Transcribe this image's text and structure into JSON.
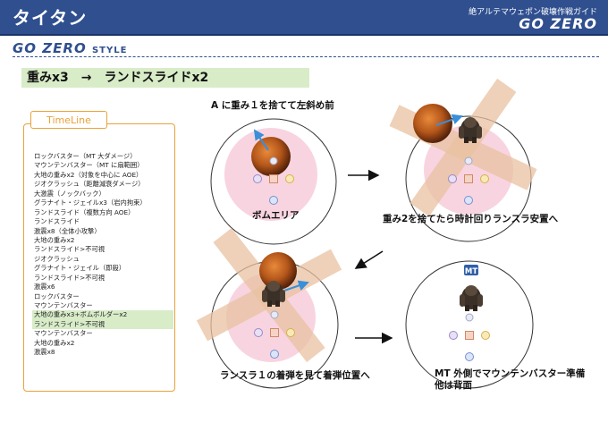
{
  "header": {
    "title": "タイタン",
    "guide_subtitle": "絶アルテマウェポン破壊作戦ガイド",
    "guide_brand": "GO ZERO"
  },
  "brand_style": {
    "main": "GO ZERO",
    "suffix": "STYLE"
  },
  "combo_title": "重みx3　→　ランドスライドx2",
  "timeline": {
    "label": "TimeLine",
    "items": [
      {
        "text": "ロックバスター（MT 大ダメージ）",
        "highlight": false
      },
      {
        "text": "マウンテンバスター（MT に扇範囲）",
        "highlight": false
      },
      {
        "text": "大地の重みx2（対象を中心に AOE）",
        "highlight": false
      },
      {
        "text": "ジオクラッシュ（距離減衰ダメージ）",
        "highlight": false
      },
      {
        "text": "大激震（ノックバック）",
        "highlight": false
      },
      {
        "text": "グラナイト・ジェイルx3（岩内拘束）",
        "highlight": false
      },
      {
        "text": "ランドスライド（複数方向 AOE）",
        "highlight": false
      },
      {
        "text": "ランドスライド",
        "highlight": false
      },
      {
        "text": "激震x8（全体小攻撃）",
        "highlight": false
      },
      {
        "text": "大地の重みx2",
        "highlight": false
      },
      {
        "text": "ランドスライド>不可視",
        "highlight": false
      },
      {
        "text": "ジオクラッシュ",
        "highlight": false
      },
      {
        "text": "グラナイト・ジェイル（即殺）",
        "highlight": false
      },
      {
        "text": "ランドスライド>不可視",
        "highlight": false
      },
      {
        "text": "激震x6",
        "highlight": false
      },
      {
        "text": "ロックバスター",
        "highlight": false
      },
      {
        "text": "マウンテンバスター",
        "highlight": false
      },
      {
        "text": "大地の重みx3+ボムボルダーx2",
        "highlight": true
      },
      {
        "text": "ランドスライド>不可視",
        "highlight": true
      },
      {
        "text": "マウンテンバスター",
        "highlight": false
      },
      {
        "text": "大地の重みx2",
        "highlight": false
      },
      {
        "text": "激震x8",
        "highlight": false
      }
    ]
  },
  "steps": {
    "step1_caption_top": "A に重み１を捨てて左斜め前",
    "step1_caption_inner": "ボムエリア",
    "step2_caption": "重み2を捨てたら時計回りランスラ安置へ",
    "step3_caption": "ランスラ１の着弾を見て着弾位置へ",
    "step4_caption_line1": "MT 外側でマウンテンバスター準備",
    "step4_caption_line2": "他は背面",
    "mt_badge": "MT"
  },
  "colors": {
    "header_blue": "#2f4f8f",
    "timeline_orange": "#e8a23a",
    "highlight_green": "#d8ecc8",
    "aoe_pink": "#f6c6d6",
    "landslide_tan": "#e8c2a0",
    "arrow_blue": "#3a8fd8",
    "bomb_brown": "#b4561a"
  }
}
